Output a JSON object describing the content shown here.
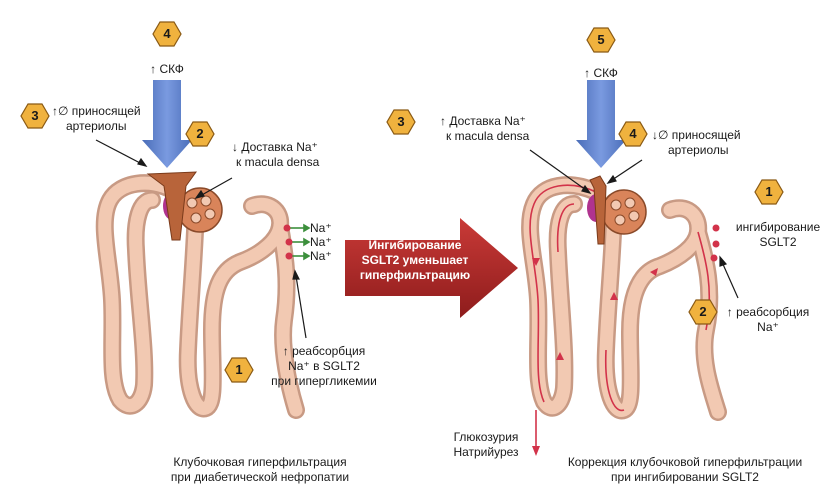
{
  "badges": {
    "l4": "4",
    "l3": "3",
    "l2": "2",
    "l1": "1",
    "r5": "5",
    "r3": "3",
    "r4": "4",
    "r1": "1",
    "r2": "2"
  },
  "left": {
    "gfr": "↑ СКФ",
    "afferent_line1": "↑∅ приносящей",
    "afferent_line2": "артериолы",
    "na_delivery_line1": "↓ Доставка Na⁺",
    "na_delivery_line2": "к macula densa",
    "na_ions": [
      "Na⁺",
      "Na⁺",
      "Na⁺"
    ],
    "reabs_line1": "↑ реабсорбция",
    "reabs_line2": "Na⁺ в SGLT2",
    "reabs_line3": "при гипергликемии",
    "caption_line1": "Клубочковая гиперфильтрация",
    "caption_line2": "при диабетической нефропатии"
  },
  "arrow_banner": {
    "line1": "Ингибирование",
    "line2": "SGLT2 уменьшает",
    "line3": "гиперфильтрацию"
  },
  "right": {
    "gfr": "↑ СКФ",
    "na_delivery_line1": "↑ Доставка Na⁺",
    "na_delivery_line2": "к macula densa",
    "afferent_line1": "↓∅ приносящей",
    "afferent_line2": "артериолы",
    "inhib_line1": "ингибирование",
    "inhib_line2": "SGLT2",
    "reabs_line1": "↑ реабсорбция",
    "reabs_line2": "Na⁺",
    "urine_line1": "Глюкозурия",
    "urine_line2": "Натрийурез",
    "caption_line1": "Коррекция клубочковой гиперфильтрации",
    "caption_line2": "при ингибировании SGLT2"
  },
  "colors": {
    "tubule": "#f2c9b2",
    "tubule_edge": "#c89a84",
    "flow_red": "#d2334a",
    "arrow_blue": "#5a7fc6",
    "badge_fill": "#f0b23e",
    "badge_edge": "#8a5a14",
    "banner_red": "#b42a2a",
    "arteriole": "#b8643a",
    "macula": "#b0338f",
    "glomerulus": "#d9845a"
  }
}
